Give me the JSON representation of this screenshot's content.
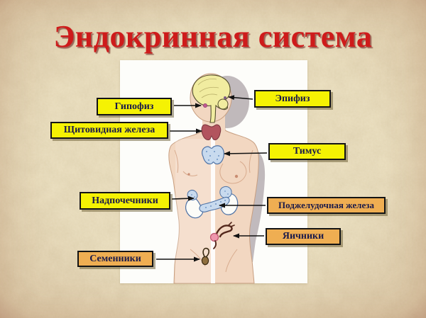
{
  "title": "Эндокринная система",
  "colors": {
    "title_red": "#ce1b1b",
    "background_parchment": "#e9ddbc",
    "panel_white": "#fdfdfa",
    "label_yellow": "#f5f203",
    "label_orange": "#efae52",
    "label_text_navy": "#1a1a4a",
    "skin": "#f2d7c1",
    "body_shadow_gray": "#b6aeb1",
    "brain_yellow": "#f1eca0",
    "thyroid_rose": "#b2545e",
    "gland_blue_fill": "#c8daee",
    "gland_blue_stroke": "#4f73a6",
    "kidney_white": "#fcfcf8",
    "ovary_pink": "#ee96ac",
    "tube_brown": "#54281c",
    "testis_brown": "#8f6f3e",
    "pituitary_pink": "#c25a92",
    "arrow_black": "#111111"
  },
  "labels": [
    {
      "id": "pituitary",
      "text": "Гипофиз",
      "style": "yellow"
    },
    {
      "id": "pineal",
      "text": "Эпифиз",
      "style": "yellow"
    },
    {
      "id": "thyroid",
      "text": "Щитовидная железа",
      "style": "yellow"
    },
    {
      "id": "thymus",
      "text": "Тимус",
      "style": "yellow"
    },
    {
      "id": "adrenals",
      "text": "Надпочечники",
      "style": "yellow"
    },
    {
      "id": "pancreas",
      "text": "Поджелудочная железа",
      "style": "orange"
    },
    {
      "id": "ovaries",
      "text": "Яичники",
      "style": "orange"
    },
    {
      "id": "testes",
      "text": "Семенники",
      "style": "orange"
    }
  ]
}
